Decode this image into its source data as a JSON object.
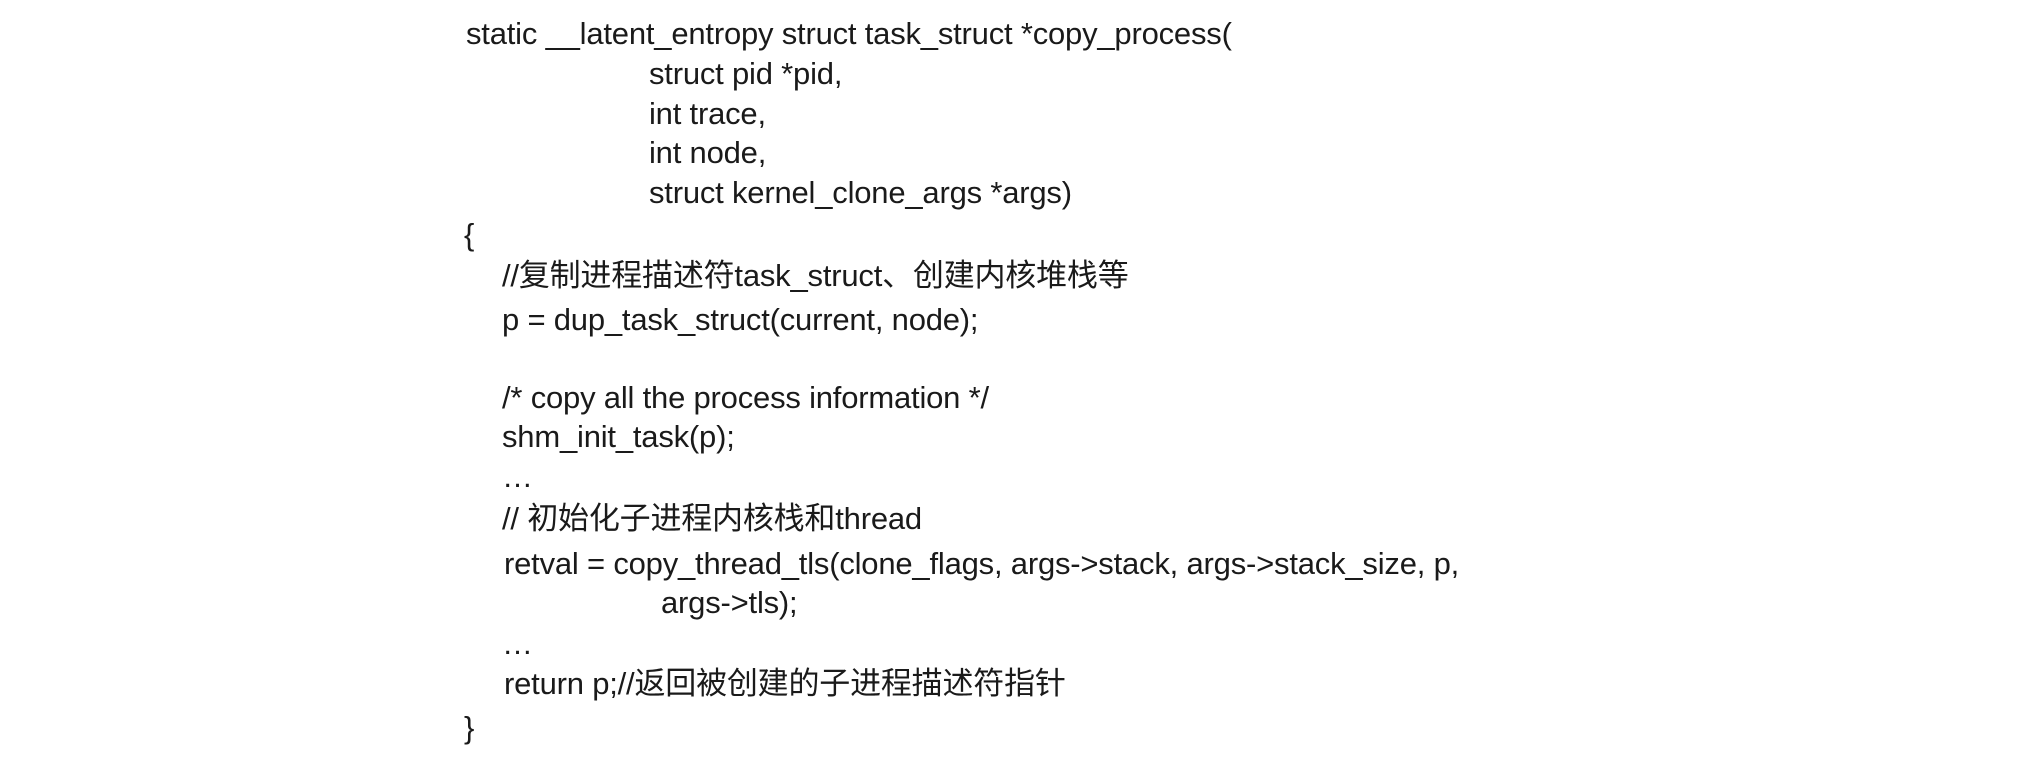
{
  "document": {
    "lines": [
      "static __latent_entropy struct task_struct *copy_process(",
      "struct pid *pid,",
      "int trace,",
      "int node,",
      "struct kernel_clone_args *args)",
      "{",
      "//复制进程描述符task_struct、创建内核堆栈等",
      "p = dup_task_struct(current, node);",
      "/* copy all the process information */",
      "shm_init_task(p);",
      "…",
      "// 初始化子进程内核栈和thread",
      "retval = copy_thread_tls(clone_flags, args->stack, args->stack_size, p,",
      "args->tls);",
      "…",
      "return p;//返回被创建的子进程描述符指针",
      "}"
    ]
  }
}
